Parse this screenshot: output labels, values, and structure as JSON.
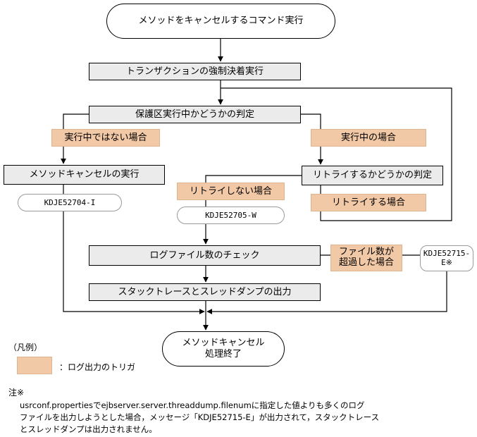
{
  "terminals": {
    "start": "メソッドをキャンセルするコマンド実行",
    "end_line1": "メソッドキャンセル",
    "end_line2": "処理終了"
  },
  "steps": {
    "force_commit": "トランザクションの強制決着実行",
    "protected_check": "保護区実行中かどうかの判定",
    "cancel_exec": "メソッドキャンセルの実行",
    "retry_check": "リトライするかどうかの判定",
    "log_count_check": "ログファイル数のチェック",
    "dump_output": "スタックトレースとスレッドダンプの出力"
  },
  "conditions": {
    "not_running": "実行中ではない場合",
    "running": "実行中の場合",
    "no_retry": "リトライしない場合",
    "retry": "リトライする場合",
    "exceeded_line1": "ファイル数が",
    "exceeded_line2": "超過した場合"
  },
  "messages": {
    "msg1": "KDJE52704-I",
    "msg2": "KDJE52705-W",
    "msg3_line1": "KDJE52715-",
    "msg3_line2": "E※"
  },
  "legend": {
    "heading": "（凡例）",
    "item": "：ログ出力のトリガ"
  },
  "note": {
    "heading": "注※",
    "line1": "usrconf.propertiesでejbserver.server.threaddump.filenumに指定した値よりも多くのログ",
    "line2": "ファイルを出力しようとした場合，メッセージ「KDJE52715-E」が出力されて，スタックトレース",
    "line3": "とスレッドダンプは出力されません。"
  },
  "colors": {
    "condition_fill": "#f2c9a6",
    "step_fill": "#ebebeb",
    "line": "#000000"
  }
}
